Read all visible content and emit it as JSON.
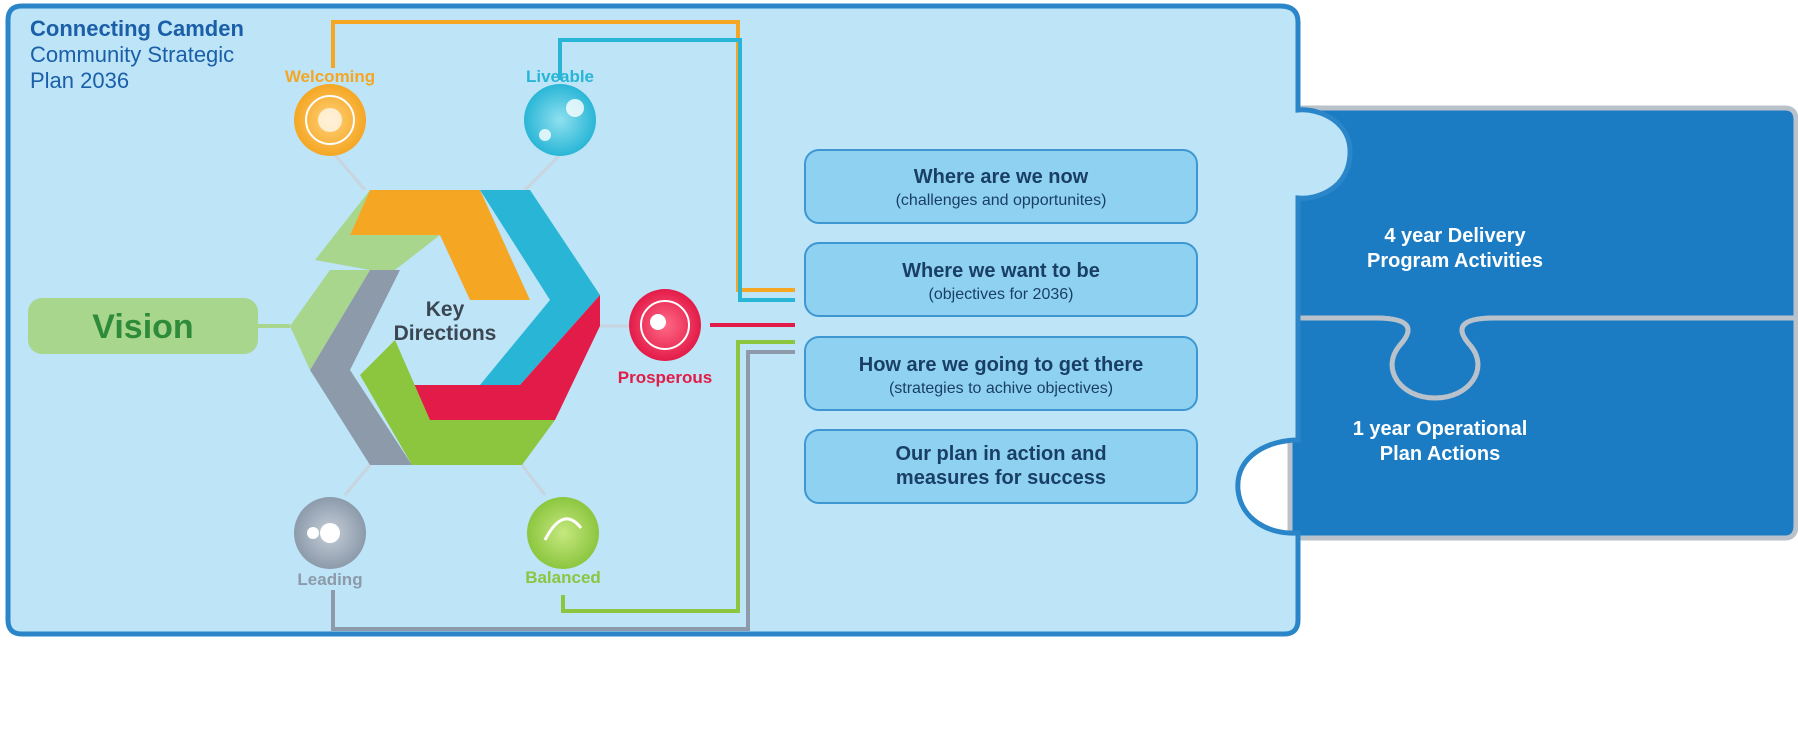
{
  "title": {
    "line1": "Connecting Camden",
    "line2": "Community Strategic",
    "line3": "Plan 2036"
  },
  "center_label": {
    "line1": "Key",
    "line2": "Directions"
  },
  "vision": {
    "label": "Vision"
  },
  "directions": [
    {
      "label": "Welcoming",
      "color": "#f5a623"
    },
    {
      "label": "Liveable",
      "color": "#29b6d6"
    },
    {
      "label": "Prosperous",
      "color": "#e31b48"
    },
    {
      "label": "Balanced",
      "color": "#8cc63f"
    },
    {
      "label": "Leading",
      "color": "#8c9aaa"
    }
  ],
  "stages": [
    {
      "title": "Where are we now",
      "sub": "(challenges and opportunites)"
    },
    {
      "title": "Where we want to be",
      "sub": "(objectives for 2036)"
    },
    {
      "title": "How are we going to get there",
      "sub": "(strategies to achive objectives)"
    },
    {
      "title": "Our plan in action and",
      "sub": "measures for success"
    }
  ],
  "puzzle": {
    "top_line1": "4 year Delivery",
    "top_line2": "Program Activities",
    "bottom_line1": "1 year Operational",
    "bottom_line2": "Plan Actions"
  },
  "colors": {
    "panel": "#bde4f7",
    "panel_border": "#2a86c8",
    "box": "#8fd1f1",
    "puzzle": "#1b7cc4",
    "vision_bg": "#a8d68d",
    "vision_text": "#2e8b3a"
  }
}
